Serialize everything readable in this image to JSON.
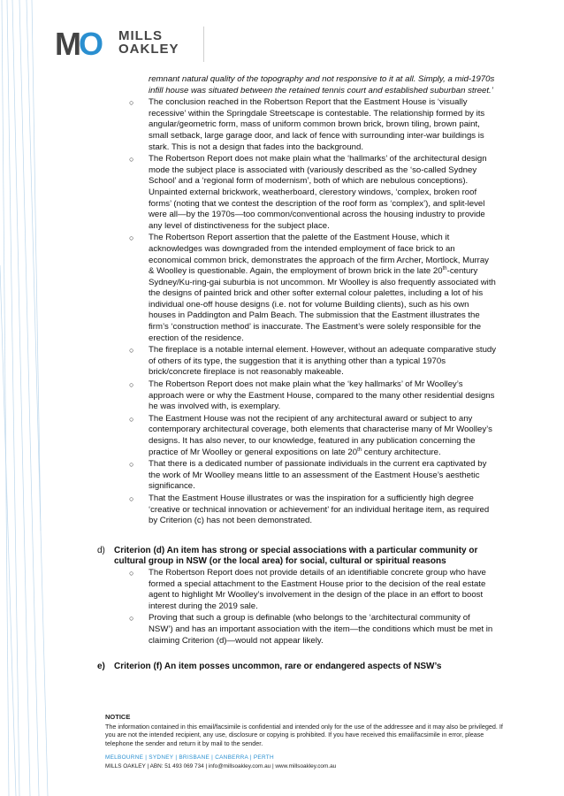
{
  "logo": {
    "mark_m": "M",
    "mark_o": "O",
    "line1": "MILLS",
    "line2": "OAKLEY"
  },
  "quote": "remnant natural quality of the topography and not responsive to it at all. Simply, a mid-1970s infill house was situated between the retained tennis court and established suburban street.’",
  "bullet_symbol": "○",
  "items_c": [
    "The conclusion reached in the Robertson Report that the Eastment House is ‘visually recessive’ within the Springdale Streetscape is contestable. The relationship formed by its angular/geometric form, mass of uniform common brown brick, brown tiling, brown paint, small setback, large garage door, and lack of fence with surrounding inter-war buildings is stark. This is not a design that fades into the background.",
    "The Robertson Report does not make plain what the ‘hallmarks’ of the architectural design mode the subject place is associated with (variously described as the ‘so-called Sydney School’ and a ‘regional form of modernism’, both of which are nebulous conceptions). Unpainted external brickwork, weatherboard, clerestory windows, ‘complex, broken roof forms’ (noting that we contest the description of the roof form as ‘complex’), and split-level were all—by the 1970s—too common/conventional across the housing industry to provide any level of distinctiveness for the subject place.",
    {
      "before": "The Robertson Report assertion that the palette of the Eastment House, which it acknowledges was downgraded from the intended employment of face brick to an economical common brick, demonstrates the approach of the firm Archer, Mortlock, Murray & Woolley is questionable. Again, the employment of brown brick in the late 20",
      "sup": "th",
      "after": "-century Sydney/Ku-ring-gai suburbia is not uncommon. Mr Woolley is also frequently associated with the designs of painted brick and other softer external colour palettes, including a lot of his individual one-off house designs (i.e. not for volume Building clients), such as his own houses in Paddington and Palm Beach. The submission that the Eastment illustrates the firm’s ‘construction method’ is inaccurate. The Eastment’s were solely responsible for the erection of the residence."
    },
    "The fireplace is a notable internal element.  However, without an adequate comparative study of others of its type, the suggestion that it is anything other than a typical 1970s brick/concrete fireplace is not reasonably makeable.",
    "The Robertson Report does not make plain what the ‘key hallmarks’ of Mr Woolley’s approach were or why the Eastment House, compared to the many other residential designs he was involved with, is exemplary.",
    {
      "before": "The Eastment House was not the recipient of any architectural award or subject to any contemporary architectural coverage, both elements that characterise many of Mr Woolley’s designs. It has also never, to our knowledge, featured in any publication concerning the practice of Mr Woolley or general expositions on late 20",
      "sup": "th",
      "after": " century architecture."
    },
    "That there is a dedicated number of passionate individuals in the current era captivated by the work of Mr Woolley means little to an assessment of the Eastment House’s aesthetic significance.",
    "That the Eastment House illustrates or was the inspiration for a sufficiently high degree ‘creative or technical innovation or achievement’ for an individual heritage item, as required by Criterion (c) has not been demonstrated."
  ],
  "section_d": {
    "letter": "d)",
    "heading": "Criterion (d) An item has strong or special associations with a particular community or cultural group in NSW (or the local area) for social, cultural or spiritual reasons",
    "items": [
      "The Robertson Report does not provide details of an identifiable concrete group who have formed a special attachment to the Eastment House prior to the decision of the real estate agent to highlight Mr Woolley’s involvement in the design of the place in an effort to boost interest during the 2019 sale.",
      "Proving that such a group is definable (who belongs to the ‘architectural community of NSW’) and has an important association with the item—the conditions which must be met in claiming Criterion (d)—would not appear likely."
    ]
  },
  "section_e": {
    "letter": "e)",
    "heading": "Criterion (f) An item posses uncommon, rare or endangered aspects of NSW’s"
  },
  "footer": {
    "notice_title": "NOTICE",
    "notice_text": "The information contained in this email/facsimile is confidential and intended only for the use of the addressee and it may also be privileged. If you are not the intended recipient, any use, disclosure or copying is prohibited. If you have received this email/facsimile in error, please telephone the sender and return it by mail to the sender.",
    "offices": "MELBOURNE | SYDNEY | BRISBANE | CANBERRA | PERTH",
    "contact": "MILLS OAKLEY   |   ABN: 51 493 069 734   |   info@millsoakley.com.au   |   www.millsoakley.com.au"
  },
  "colors": {
    "brand_blue": "#2a8fd0",
    "brand_grey": "#444444"
  }
}
